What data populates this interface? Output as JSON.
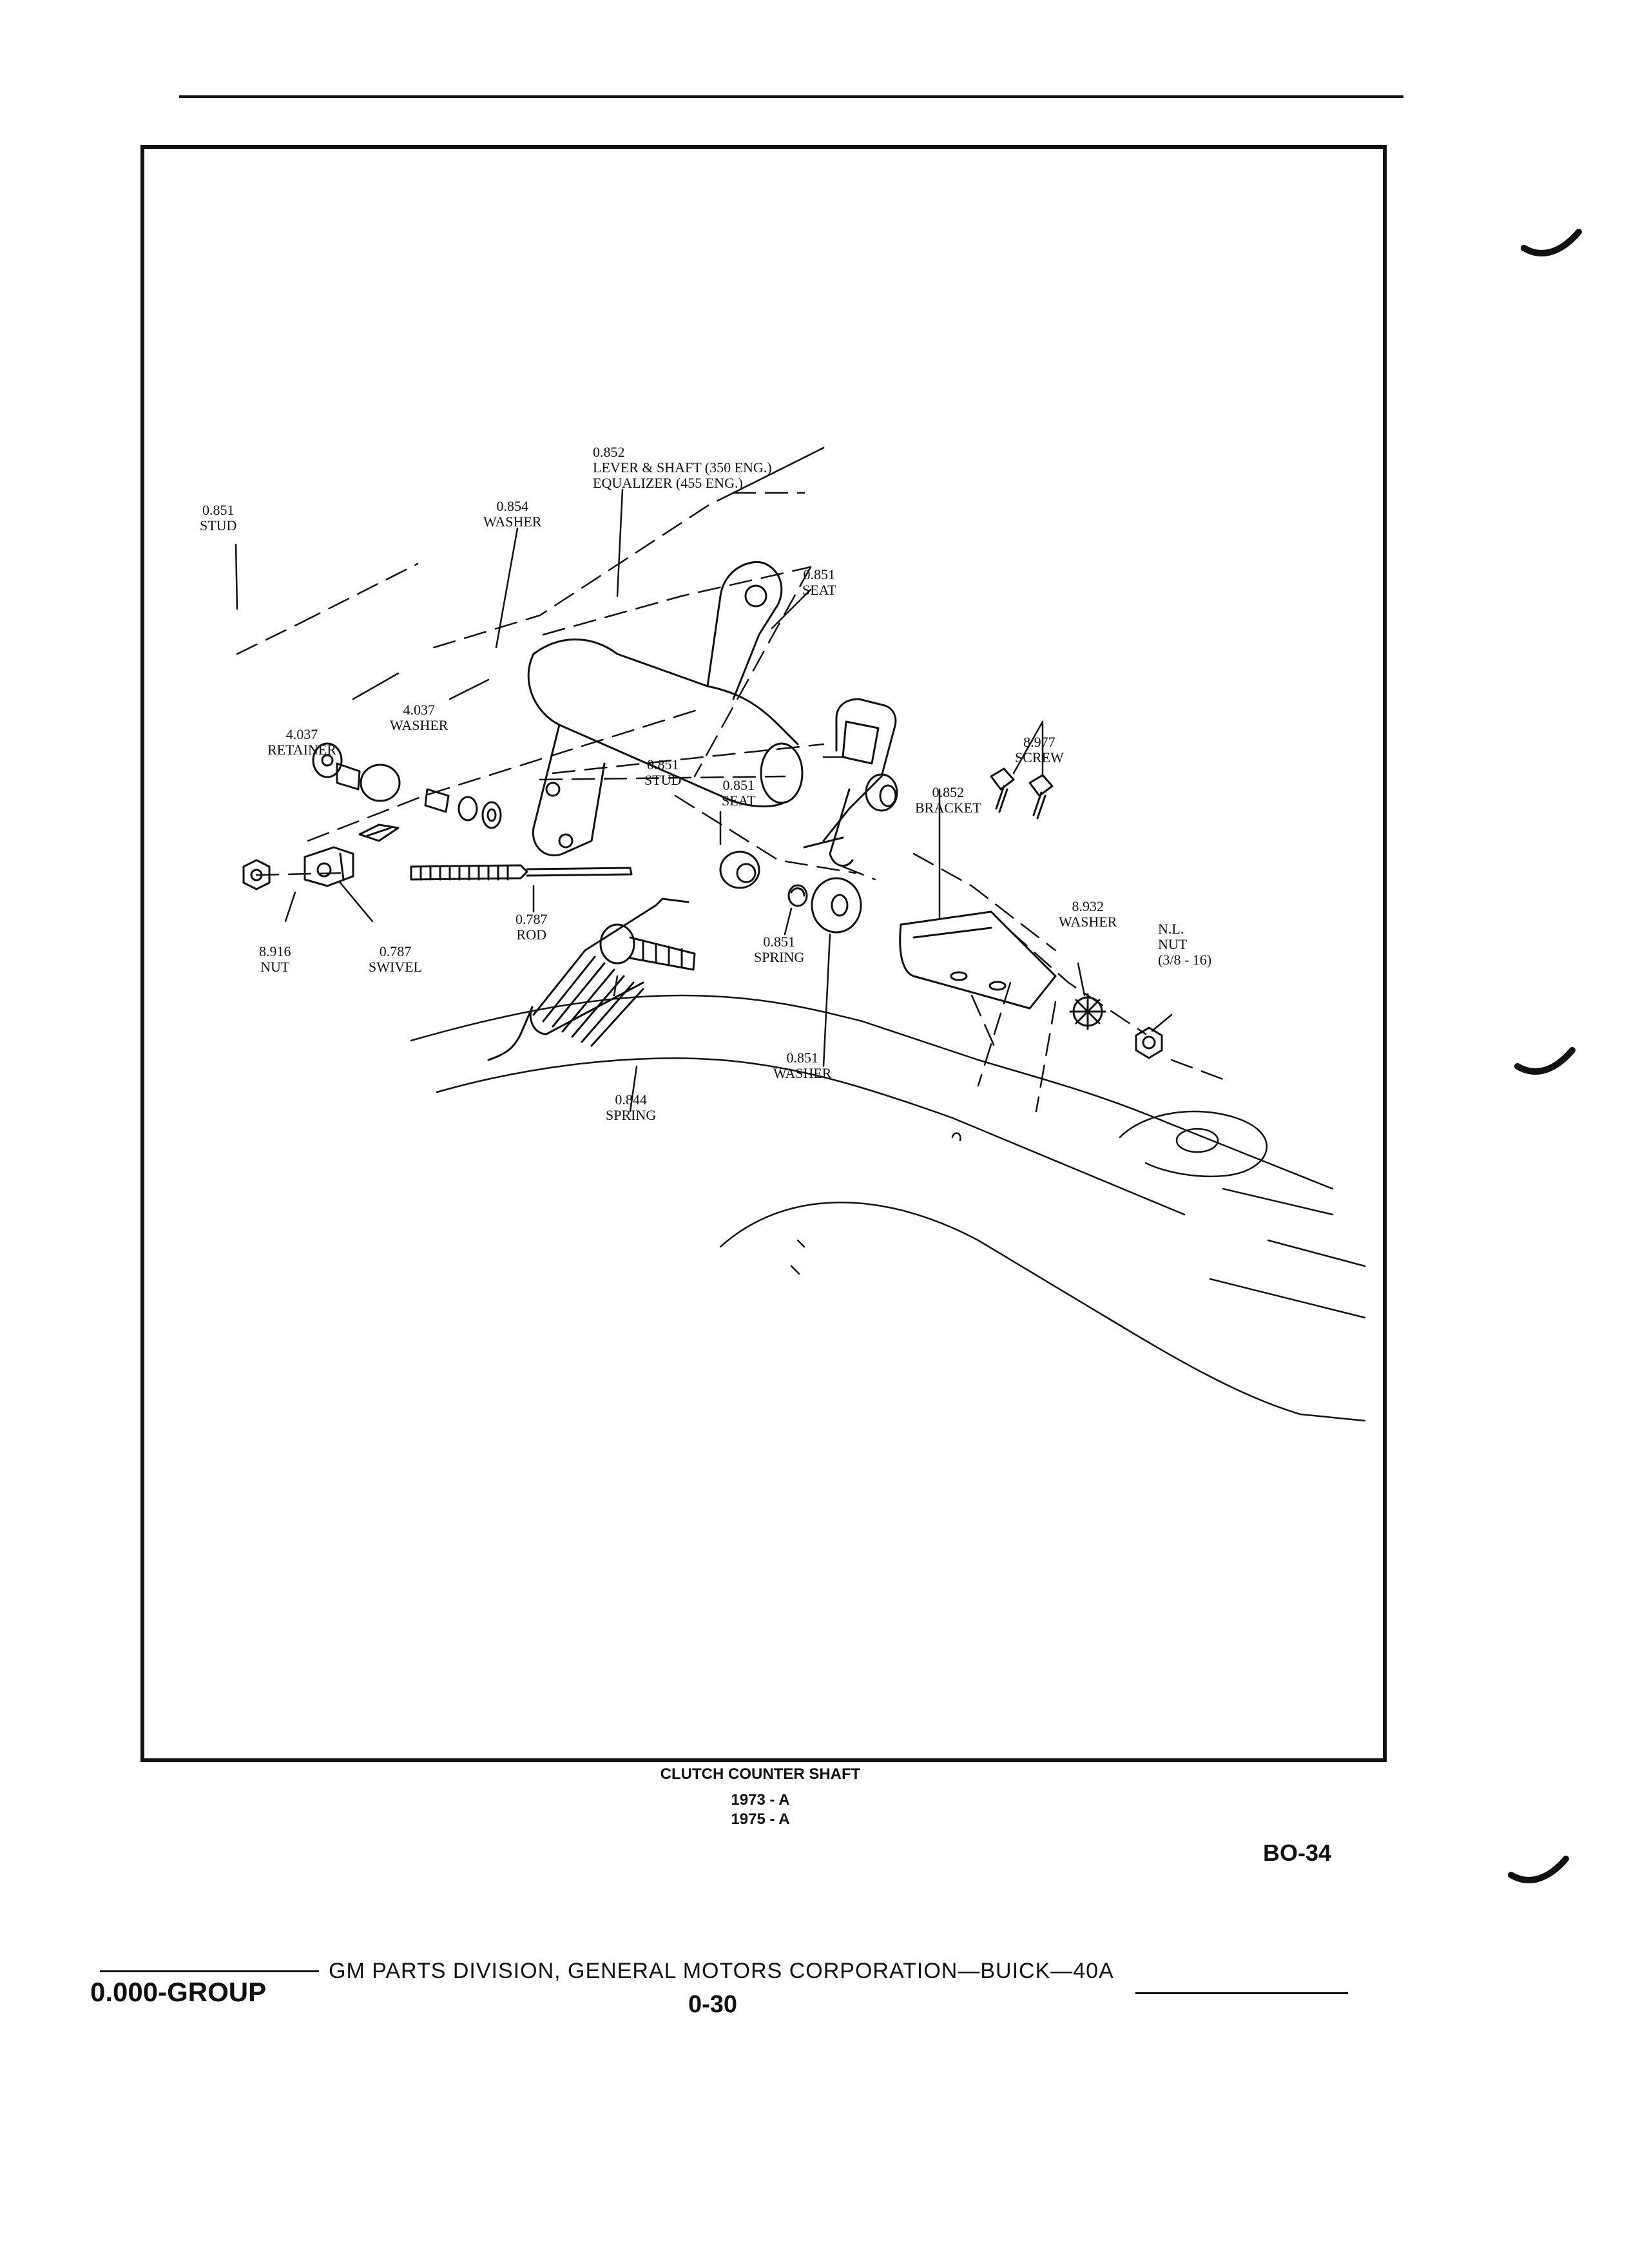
{
  "callouts": [
    {
      "id": "stud_top",
      "number": "0.851",
      "name": "STUD"
    },
    {
      "id": "washer_top",
      "number": "0.854",
      "name": "WASHER"
    },
    {
      "id": "lever",
      "number": "0.852",
      "name": "LEVER & SHAFT (350 ENG.)",
      "name2": "EQUALIZER (455 ENG.)"
    },
    {
      "id": "seat_top",
      "number": "0.851",
      "name": "SEAT"
    },
    {
      "id": "retainer",
      "number": "4.037",
      "name": "RETAINER"
    },
    {
      "id": "washer_4037",
      "number": "4.037",
      "name": "WASHER"
    },
    {
      "id": "stud_mid",
      "number": "0.851",
      "name": "STUD"
    },
    {
      "id": "seat_mid",
      "number": "0.851",
      "name": "SEAT"
    },
    {
      "id": "bracket",
      "number": "0.852",
      "name": "BRACKET"
    },
    {
      "id": "screw",
      "number": "8.977",
      "name": "SCREW"
    },
    {
      "id": "washer_8932",
      "number": "8.932",
      "name": "WASHER"
    },
    {
      "id": "nut_nl",
      "number": "N.L.",
      "name": "NUT",
      "name2": "(3/8 - 16)"
    },
    {
      "id": "rod",
      "number": "0.787",
      "name": "ROD"
    },
    {
      "id": "spring_851",
      "number": "0.851",
      "name": "SPRING"
    },
    {
      "id": "nut_8916",
      "number": "8.916",
      "name": "NUT"
    },
    {
      "id": "swivel",
      "number": "0.787",
      "name": "SWIVEL"
    },
    {
      "id": "washer_851",
      "number": "0.851",
      "name": "WASHER"
    },
    {
      "id": "spring_844",
      "number": "0.844",
      "name": "SPRING"
    }
  ],
  "caption": {
    "title": "CLUTCH COUNTER SHAFT",
    "years": [
      "1973 - A",
      "1975 - A"
    ]
  },
  "page_code": "BO-34",
  "footer": {
    "group": "0.000-GROUP",
    "publisher": "GM PARTS DIVISION, GENERAL MOTORS CORPORATION—BUICK—40A",
    "page_number": "0-30"
  }
}
